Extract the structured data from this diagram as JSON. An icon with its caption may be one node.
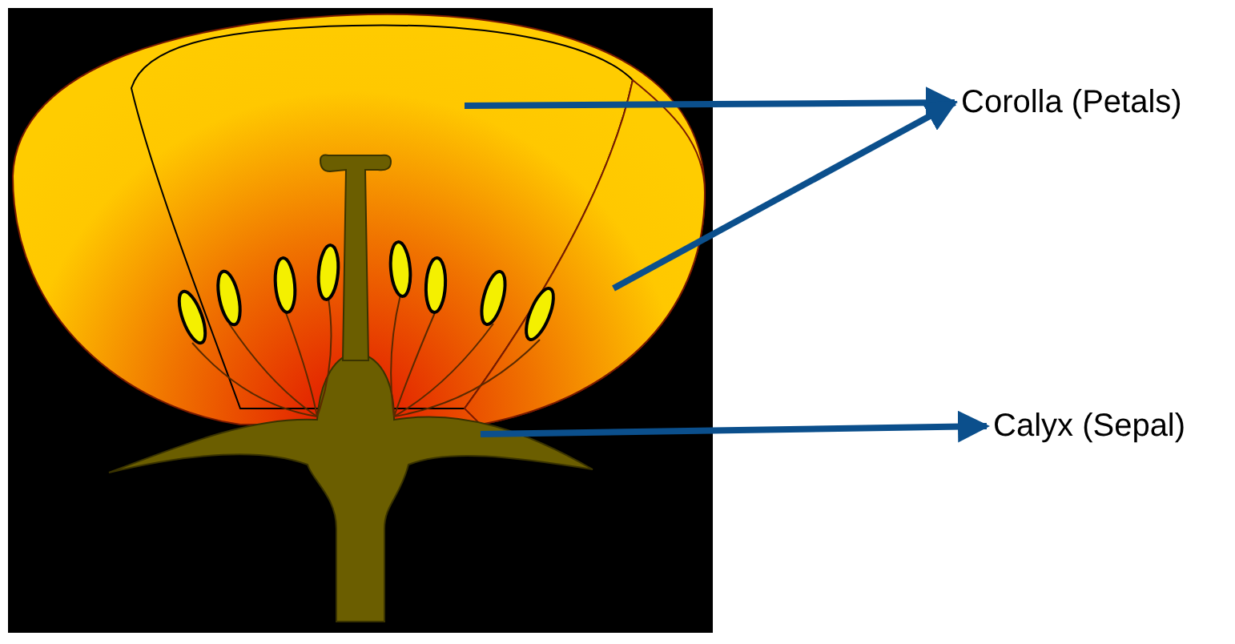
{
  "diagram": {
    "nodes": [
      {
        "text": [
          "Corolla (Petals)"
        ]
      },
      {
        "text": [],
        "shape": "picture"
      },
      {
        "text": [],
        "shape": "picture"
      },
      {
        "text": [
          "Calyx (Sepal)"
        ]
      },
      {
        "text": [],
        "shape": "picture"
      }
    ],
    "edges": [
      {
        "from": 1,
        "to": 0,
        "arrow": "to"
      },
      {
        "from": 2,
        "to": 0,
        "arrow": "to"
      },
      {
        "from": 4,
        "to": 3,
        "arrow": "to"
      }
    ]
  }
}
